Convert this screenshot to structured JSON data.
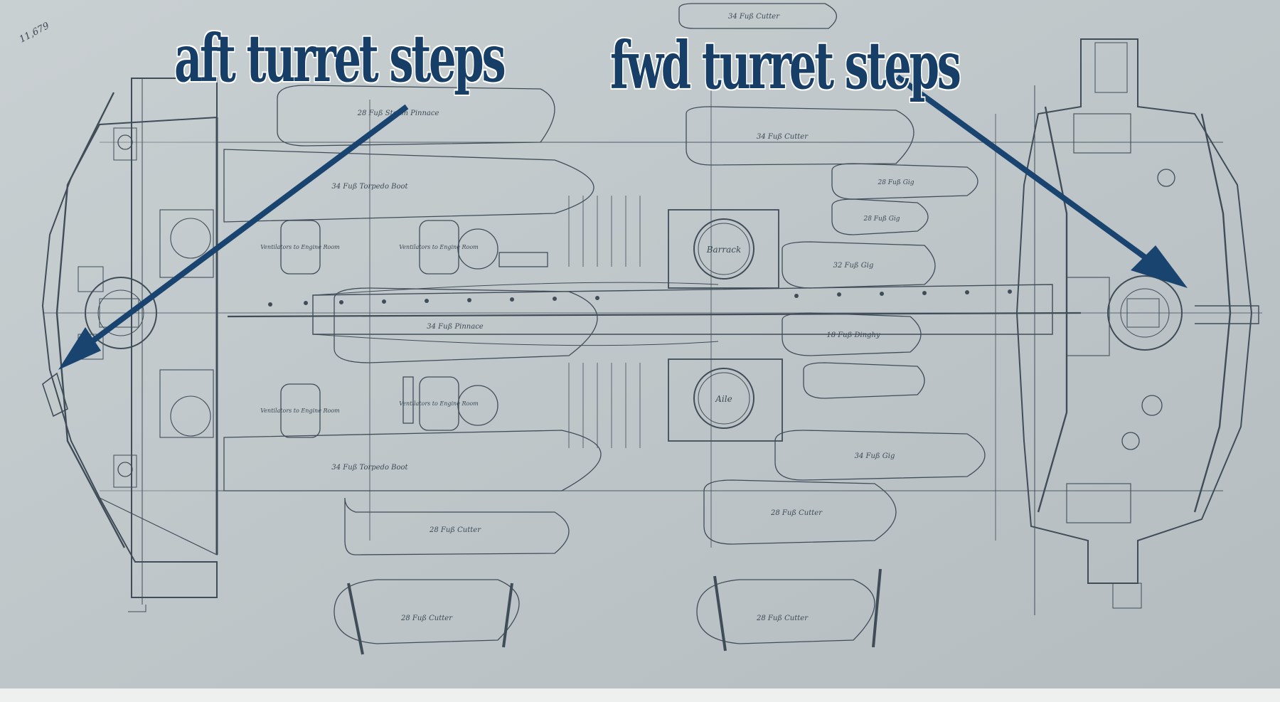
{
  "callouts": {
    "aft": "aft turret steps",
    "fwd": "fwd turret steps"
  },
  "labels": {
    "bow_funnel": "Barrack",
    "stern_funnel": "Aile",
    "boat_top_center": "34 Fuß Cutter",
    "boat_upper_left": "28 Fuß Steam Pinnace",
    "boat_left_long": "34 Fuß Torpedo Boot",
    "boat_left_mid": "34 Fuß Pinnace",
    "boat_left_low": "34 Fuß Torpedo Boot",
    "boat_left_bottom": "28 Fuß Cutter",
    "boat_bottom_left": "28 Fuß Cutter",
    "boat_bottom_right": "28 Fuß Cutter",
    "boat_right_1": "34 Fuß Cutter",
    "boat_right_2": "28 Fuß Gig",
    "boat_right_3": "28 Fuß Gig",
    "boat_right_4": "32 Fuß Gig",
    "boat_right_5": "18 Fuß Dinghy",
    "boat_right_6": "34 Fuß Gig",
    "boat_right_7": "28 Fuß Cutter",
    "ventilator_1": "Ventilators to Engine Room",
    "ventilator_2": "Ventilators to Engine Room",
    "ventilator_3": "Ventilators to Engine Room",
    "ventilator_4": "Ventilators to Engine Room",
    "plate_number": "11,679"
  },
  "colors": {
    "paper": "#c3cacd",
    "ink": "#404d58",
    "callout": "#163e66",
    "arrow": "#1a4470"
  }
}
